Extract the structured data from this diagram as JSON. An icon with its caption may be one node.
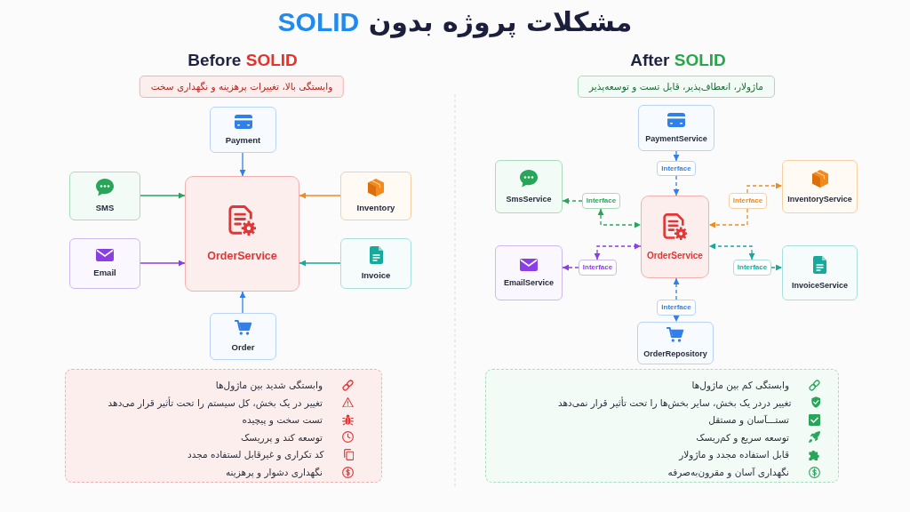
{
  "diagram": {
    "title": "مشکلات پروژه بدون SOLID",
    "nodes": [
      {
        "text": [
          "وابستگی بالا، تغییرات پرهزینه و نگهداری سخت"
        ]
      },
      {
        "text": [
          "Payment"
        ]
      },
      {
        "text": [
          "SMS"
        ]
      },
      {
        "text": [
          "OrderService"
        ]
      },
      {
        "text": [
          "Inventory"
        ]
      },
      {
        "text": [
          "Email"
        ]
      },
      {
        "text": [
          "Invoice"
        ]
      },
      {
        "text": [
          "Order"
        ]
      },
      {
        "text": [
          "وابستگی شدید بین ماژول‌ها",
          "تغییر در یک بخش، کل سیستم را تحت تأثیر قرار می‌دهد",
          "تست سخت و پیچیده",
          "توسعه کند و پرریسک",
          "کد تکراری و غیرقابل لستفاده مجدد",
          "نگهداری دشوار و پرهزینه"
        ]
      },
      {
        "text": [
          "ماژولار، انعطاف‌پذیر، قابل تست و توسعه‌پذیر"
        ]
      },
      {
        "text": [
          "PaymentService"
        ]
      },
      {
        "text": [
          "Interface"
        ]
      },
      {
        "text": [
          "SmsService"
        ]
      },
      {
        "text": [
          "Interface"
        ]
      },
      {
        "text": [
          "OrderService"
        ]
      },
      {
        "text": [
          "Interface"
        ]
      },
      {
        "text": [
          "InventoryService"
        ]
      },
      {
        "text": [
          "EmailService"
        ]
      },
      {
        "text": [
          "Interface"
        ]
      },
      {
        "text": [
          "Interface"
        ]
      },
      {
        "text": [
          "InvoiceService"
        ]
      },
      {
        "text": [
          "Interface"
        ]
      },
      {
        "text": [
          "OrderRepository"
        ]
      },
      {
        "text": [
          "وابستگی کم بین ماژول‌ها",
          "تغییر دردر یک بخش، سایر بخش‌ها را تحت تأثیر قرار نمی‌دهد",
          "تستـــآسان و مستقل",
          "توسعه سریع و کم‌ریسک",
          "قابل استفاده مجدد و ماژولار",
          "نگهداری آسان و مقرون‌به‌صرفه"
        ]
      }
    ],
    "edges": [
      {
        "from": 1,
        "to": 3,
        "arrow": "to"
      },
      {
        "from": 2,
        "to": 3,
        "arrow": "to",
        "color": "#27a65a"
      },
      {
        "from": 4,
        "to": 3,
        "arrow": "to",
        "color": "#f28a1e"
      },
      {
        "from": 5,
        "to": 3,
        "arrow": "to",
        "color": "#8b3fe2"
      },
      {
        "from": 6,
        "to": 3,
        "arrow": "to",
        "color": "#17a99b"
      },
      {
        "from": 7,
        "to": 3,
        "arrow": "to"
      },
      {
        "from": 10,
        "to": 11,
        "arrow": "to"
      },
      {
        "from": 11,
        "to": 14,
        "arrow": "to",
        "style": "dashed"
      },
      {
        "from": 13,
        "to": 12,
        "arrow": "to",
        "style": "dashed",
        "color": "#27a65a"
      },
      {
        "from": 13,
        "to": 14,
        "arrow": "both",
        "style": "dashed",
        "color": "#27a65a"
      },
      {
        "from": 15,
        "to": 14,
        "arrow": "to",
        "style": "dashed",
        "color": "#f28a1e"
      },
      {
        "from": 15,
        "to": 16,
        "arrow": "to",
        "style": "dashed",
        "color": "#f28a1e"
      },
      {
        "from": 18,
        "to": 14,
        "arrow": "both",
        "style": "dashed",
        "color": "#8b3fe2"
      },
      {
        "from": 18,
        "to": 17,
        "arrow": "to",
        "style": "dashed",
        "color": "#8b3fe2"
      },
      {
        "from": 19,
        "to": 14,
        "arrow": "both",
        "style": "dashed",
        "color": "#17a99b"
      },
      {
        "from": 19,
        "to": 20,
        "arrow": "to",
        "style": "dashed",
        "color": "#17a99b"
      },
      {
        "from": 21,
        "to": 14,
        "arrow": "to",
        "style": "dashed"
      },
      {
        "from": 21,
        "to": 22,
        "arrow": "to",
        "style": "dashed"
      }
    ],
    "labels": [
      "Before SOLID",
      "After SOLID"
    ]
  }
}
